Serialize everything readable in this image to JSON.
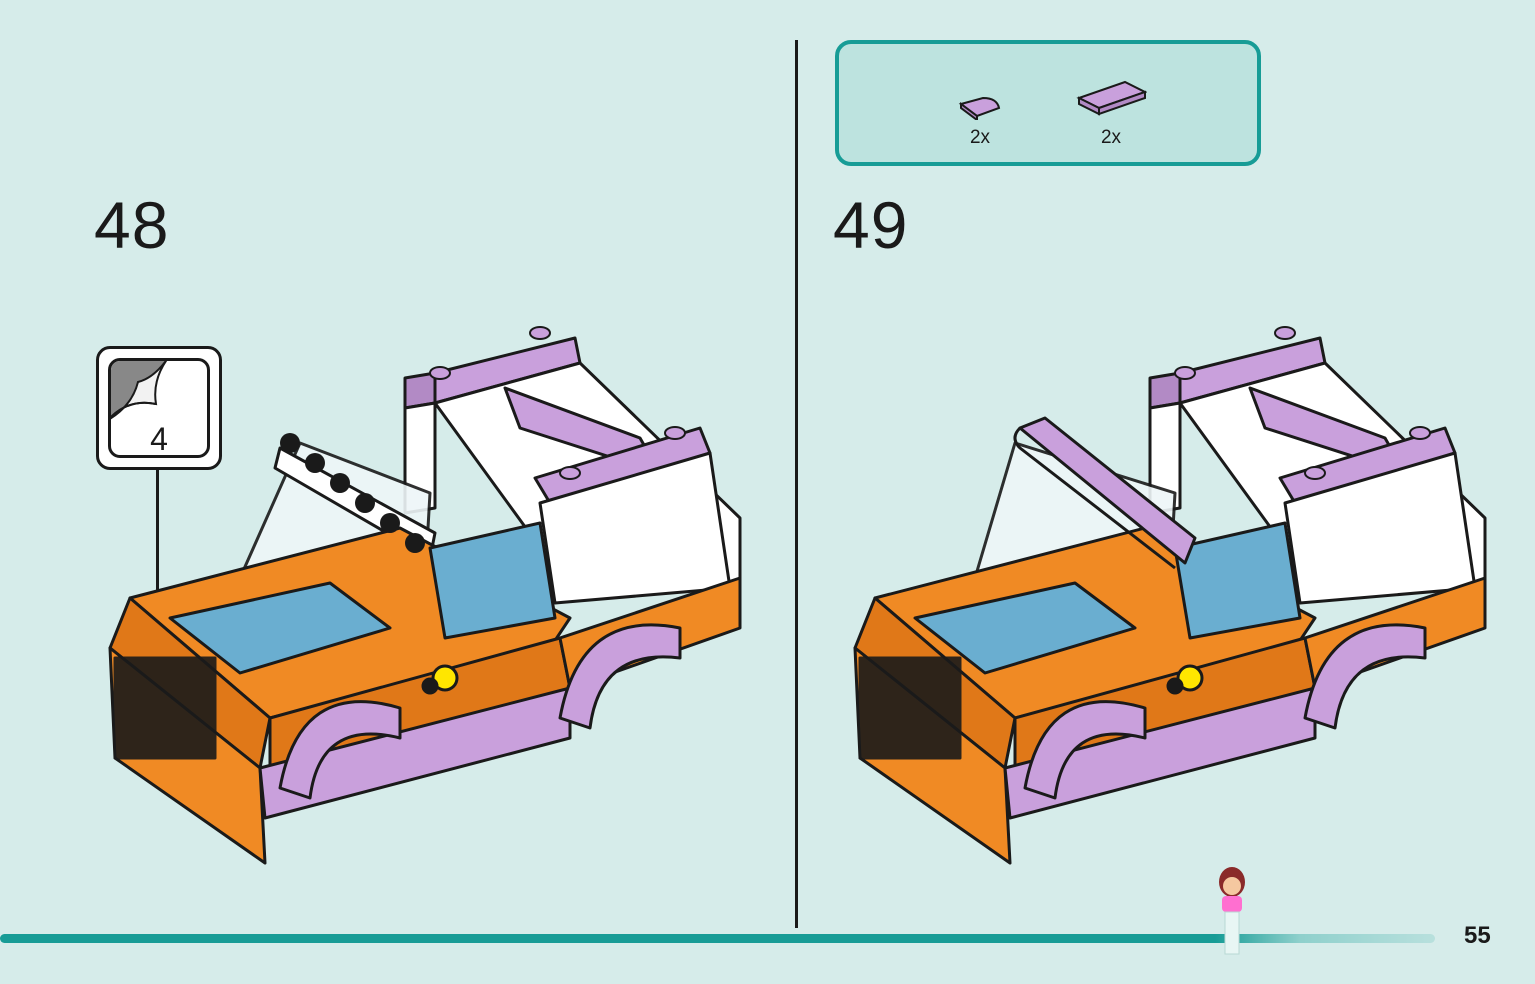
{
  "steps": [
    {
      "number": "48",
      "sticker_number": "4"
    },
    {
      "number": "49",
      "parts": [
        {
          "qty": "2x",
          "color": "#c9a0dc"
        },
        {
          "qty": "2x",
          "color": "#c9a0dc"
        }
      ]
    }
  ],
  "page_number": "55",
  "colors": {
    "background": "#d6ecea",
    "accent": "#179c96",
    "parts_box": "#bde3df",
    "lavender": "#c9a0dc",
    "orange": "#f08a24",
    "sky_blue": "#6aaed0"
  }
}
